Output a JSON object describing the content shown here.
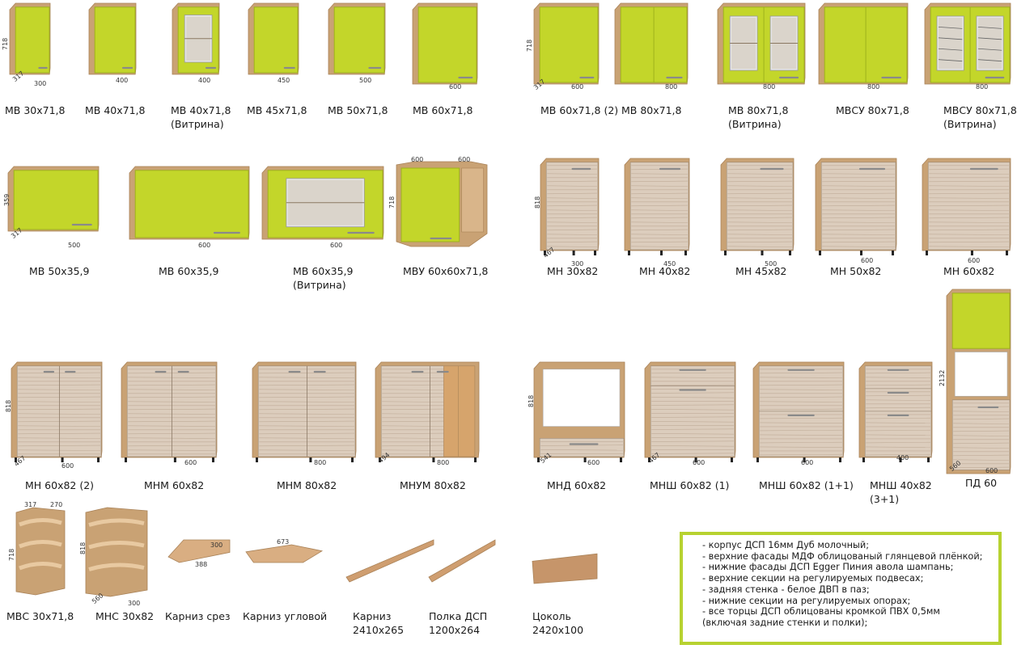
{
  "catalog": {
    "colors": {
      "lime_facade": "#c3d62a",
      "lime_edge": "#9fb21c",
      "oak_body": "#c9a274",
      "oak_dark": "#a98258",
      "pine_facade": "#dccdbd",
      "pine_stripe": "#b9a48f",
      "note_border": "#b7d230"
    },
    "items": [
      {
        "label": "МВ 30х71,8",
        "dims": [
          "718",
          "317",
          "300"
        ]
      },
      {
        "label": "МВ 40х71,8",
        "dims": [
          "400"
        ]
      },
      {
        "label": "МВ 40х71,8",
        "label2": "(Витрина)",
        "dims": [
          "400"
        ]
      },
      {
        "label": "МВ 45х71,8",
        "dims": [
          "450"
        ]
      },
      {
        "label": "МВ 50х71,8",
        "dims": [
          "500"
        ]
      },
      {
        "label": "МВ 60х71,8",
        "dims": [
          "600"
        ]
      },
      {
        "label": "МВ 60х71,8 (2)",
        "dims": [
          "718",
          "317",
          "600"
        ]
      },
      {
        "label": "МВ 80х71,8",
        "dims": [
          "800"
        ]
      },
      {
        "label": "МВ 80х71,8",
        "label2": "(Витрина)",
        "dims": [
          "800"
        ]
      },
      {
        "label": "МВСУ 80х71,8",
        "dims": [
          "800"
        ]
      },
      {
        "label": "МВСУ 80х71,8",
        "label2": "(Витрина)",
        "dims": [
          "800"
        ]
      },
      {
        "label": "МВ 50х35,9",
        "dims": [
          "359",
          "317",
          "500"
        ]
      },
      {
        "label": "МВ 60х35,9",
        "dims": [
          "600"
        ]
      },
      {
        "label": "МВ 60х35,9",
        "label2": "(Витрина)",
        "dims": [
          "600"
        ]
      },
      {
        "label": "МВУ 60х60х71,8",
        "dims": [
          "600",
          "600",
          "718"
        ]
      },
      {
        "label": "МН 30х82",
        "dims": [
          "818",
          "467",
          "300"
        ]
      },
      {
        "label": "МН 40х82",
        "dims": [
          "450"
        ]
      },
      {
        "label": "МН 45х82",
        "dims": [
          "500"
        ]
      },
      {
        "label": "МН 50х82",
        "dims": [
          "600"
        ]
      },
      {
        "label": "МН 60х82",
        "dims": [
          "600"
        ]
      },
      {
        "label": "МН 60х82 (2)",
        "dims": [
          "818",
          "467",
          "600"
        ]
      },
      {
        "label": "МНМ  60х82",
        "dims": [
          "600"
        ]
      },
      {
        "label": "МНМ 80х82",
        "dims": [
          "800"
        ]
      },
      {
        "label": "МНУМ 80х82",
        "dims": [
          "494",
          "800"
        ]
      },
      {
        "label": "МНД 60х82",
        "dims": [
          "818",
          "541",
          "600"
        ]
      },
      {
        "label": "МНШ 60х82 (1)",
        "dims": [
          "467",
          "600"
        ]
      },
      {
        "label": "МНШ 60х82 (1+1)",
        "dims": [
          "600"
        ]
      },
      {
        "label": "МНШ 40х82",
        "label2": "(3+1)",
        "dims": [
          "400"
        ]
      },
      {
        "label": "ПД 60",
        "dims": [
          "2132",
          "560",
          "600"
        ]
      },
      {
        "label": "МВС 30х71,8",
        "dims": [
          "317",
          "270",
          "718"
        ]
      },
      {
        "label": "МНС 30х82",
        "dims": [
          "818",
          "560",
          "300"
        ]
      },
      {
        "label": "Карниз срез",
        "dims": [
          "300",
          "388"
        ]
      },
      {
        "label": "Карниз угловой",
        "dims": [
          "673"
        ]
      },
      {
        "label": "Карниз",
        "label2": "2410х265",
        "dims": []
      },
      {
        "label": "Полка ДСП",
        "label2": "1200х264",
        "dims": []
      },
      {
        "label": "Цоколь",
        "label2": "2420х100",
        "dims": []
      }
    ]
  },
  "notes": [
    "- корпус ДСП 16мм Дуб молочный;",
    "- верхние фасады МДФ облицованый глянцевой плёнкой;",
    "- нижние фасады ДСП Egger Пиния авола шампань;",
    "- верхние секции на регулируемых подвесах;",
    "- задняя стенка - белое ДВП в паз;",
    "- нижние секции на регулируемых опорах;",
    "- все торцы ДСП облицованы кромкой ПВХ 0,5мм",
    "(включая задние стенки и полки);"
  ]
}
